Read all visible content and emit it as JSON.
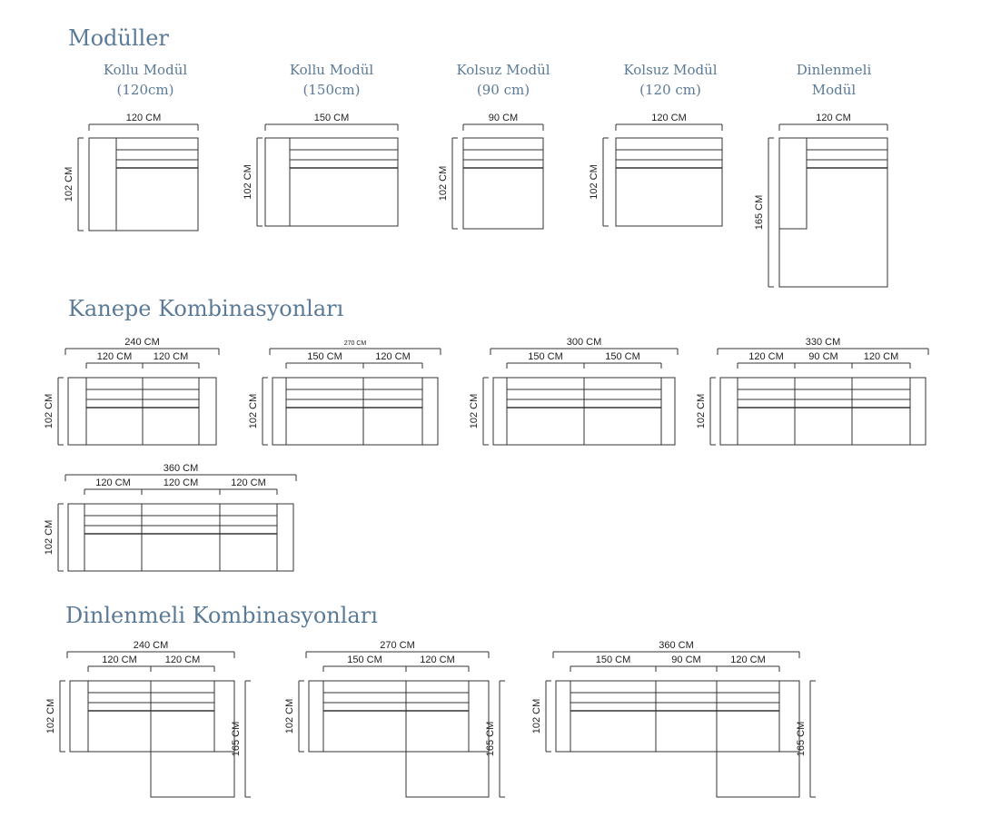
{
  "sections": {
    "modules_title": "Modüller",
    "sofa_title": "Kanepe Kombinasyonları",
    "chaise_title": "Dinlenmeli Kombinasyonları"
  },
  "modules": [
    {
      "line1": "Kollu Modül",
      "line2": "(120cm)",
      "width_label": "120 CM",
      "height_label": "102 CM"
    },
    {
      "line1": "Kollu Modül",
      "line2": "(150cm)",
      "width_label": "150 CM",
      "height_label": "102 CM"
    },
    {
      "line1": "Kolsuz Modül",
      "line2": "(90 cm)",
      "width_label": "90 CM",
      "height_label": "102 CM"
    },
    {
      "line1": "Kolsuz Modül",
      "line2": "(120 cm)",
      "width_label": "120 CM",
      "height_label": "102 CM"
    },
    {
      "line1": "Dinlenmeli",
      "line2": "Modül",
      "width_label": "120 CM",
      "height_label": "165 CM"
    }
  ],
  "sofa_combinations": [
    {
      "total": "240 CM",
      "parts": [
        "120 CM",
        "120 CM"
      ],
      "height": "102 CM"
    },
    {
      "total": "270 CM",
      "parts": [
        "150 CM",
        "120 CM"
      ],
      "height": "102 CM"
    },
    {
      "total": "300 CM",
      "parts": [
        "150 CM",
        "150 CM"
      ],
      "height": "102 CM"
    },
    {
      "total": "330 CM",
      "parts": [
        "120 CM",
        "90 CM",
        "120 CM"
      ],
      "height": "102 CM"
    },
    {
      "total": "360 CM",
      "parts": [
        "120 CM",
        "120 CM",
        "120 CM"
      ],
      "height": "102 CM"
    }
  ],
  "chaise_combinations": [
    {
      "total": "240 CM",
      "parts": [
        "120 CM",
        "120 CM"
      ],
      "height": "102 CM",
      "chaise_height": "165 CM"
    },
    {
      "total": "270 CM",
      "parts": [
        "150 CM",
        "120 CM"
      ],
      "height": "102 CM",
      "chaise_height": "165 CM"
    },
    {
      "total": "360 CM",
      "parts": [
        "150 CM",
        "90 CM",
        "120 CM"
      ],
      "height": "102 CM",
      "chaise_height": "165 CM"
    }
  ],
  "colors": {
    "title": "#5b7a96",
    "line": "#333333"
  }
}
